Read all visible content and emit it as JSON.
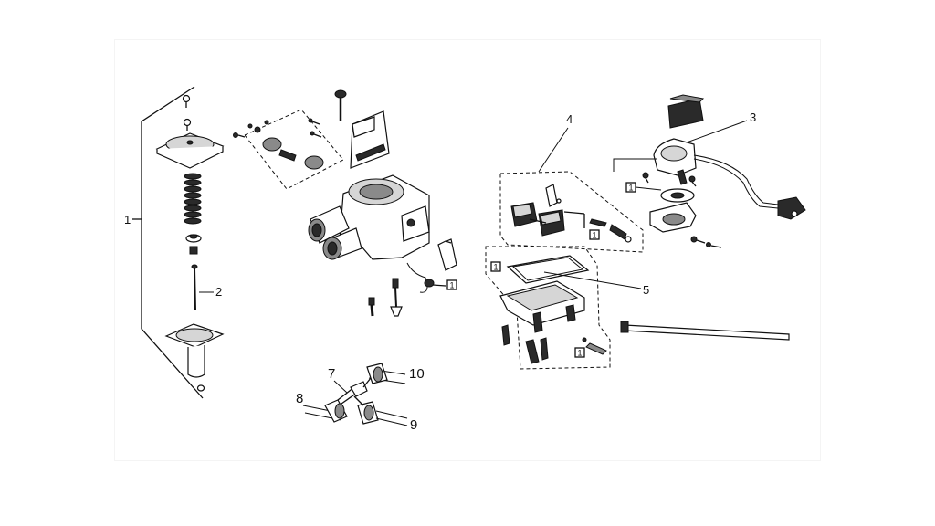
{
  "diagram": {
    "callouts": [
      {
        "id": "1",
        "label": "1"
      },
      {
        "id": "2",
        "label": "2"
      },
      {
        "id": "3",
        "label": "3"
      },
      {
        "id": "4",
        "label": "4"
      },
      {
        "id": "5",
        "label": "5"
      },
      {
        "id": "7",
        "label": "7"
      },
      {
        "id": "8",
        "label": "8"
      },
      {
        "id": "9",
        "label": "9"
      },
      {
        "id": "10",
        "label": "10"
      }
    ],
    "boxed_marks": [
      "1",
      "1",
      "1",
      "1",
      "1"
    ]
  }
}
